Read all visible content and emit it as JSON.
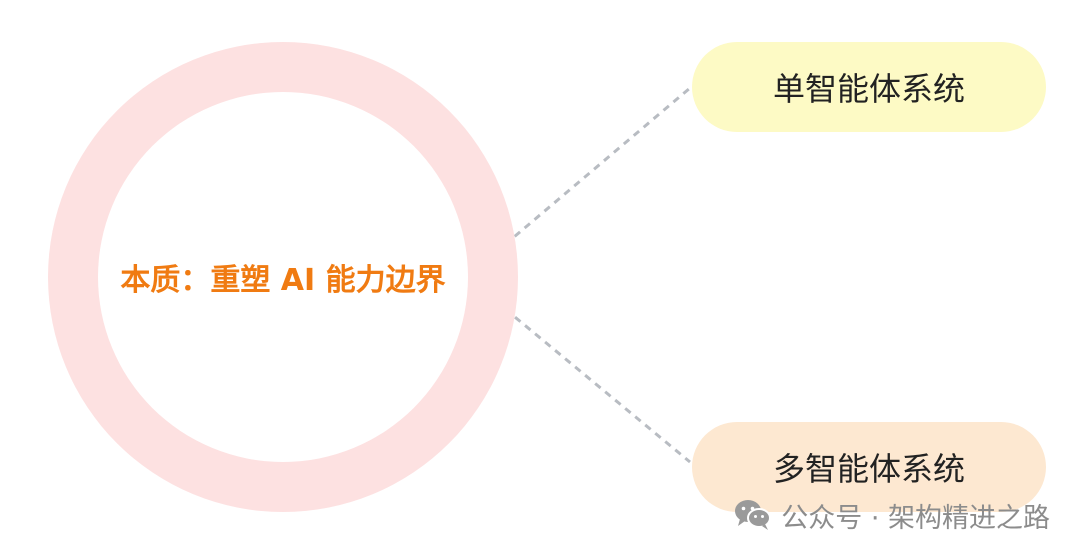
{
  "center": {
    "label": "本质：重塑 AI 能力边界"
  },
  "branches": [
    {
      "label": "单智能体系统"
    },
    {
      "label": "多智能体系统"
    }
  ],
  "watermark": {
    "icon": "wechat-icon",
    "text": "公众号 · 架构精进之路"
  },
  "colors": {
    "ring": "#fde1e1",
    "center_text": "#f07b12",
    "top_pill": "#fdfac5",
    "bottom_pill": "#fde8d1",
    "connector": "#b8bcc2",
    "watermark": "#8c8c8c"
  }
}
